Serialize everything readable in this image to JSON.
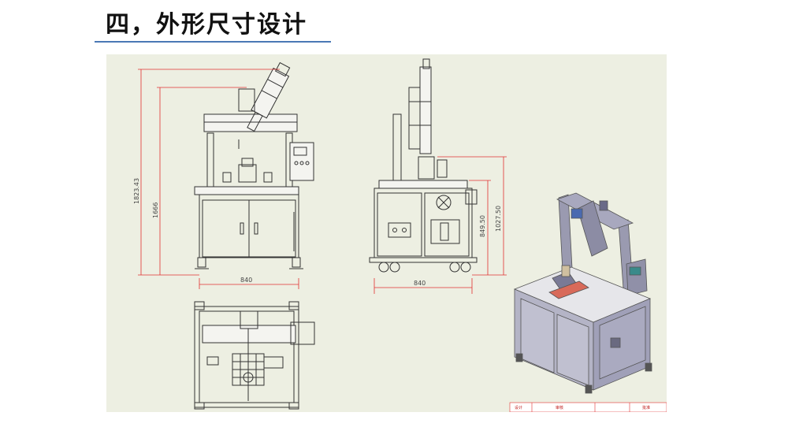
{
  "slide": {
    "title": "四，外形尺寸设计",
    "accent_color": "#4a78b5"
  },
  "drawing": {
    "front_view": {
      "overall_height_label": "1823.43",
      "frame_height_label": "1666",
      "width_label": "840"
    },
    "side_view": {
      "table_height_label": "849.50",
      "upper_height_label": "1027.50",
      "width_label": "840"
    },
    "title_block": {
      "cells": [
        "设计",
        "审核",
        "批准"
      ]
    },
    "colors": {
      "dimension_line": "#e03030",
      "outline": "#333333",
      "panel_background": "#edefe2",
      "render_frame": "#8a8aa0",
      "render_top": "#e6e6ea"
    }
  }
}
